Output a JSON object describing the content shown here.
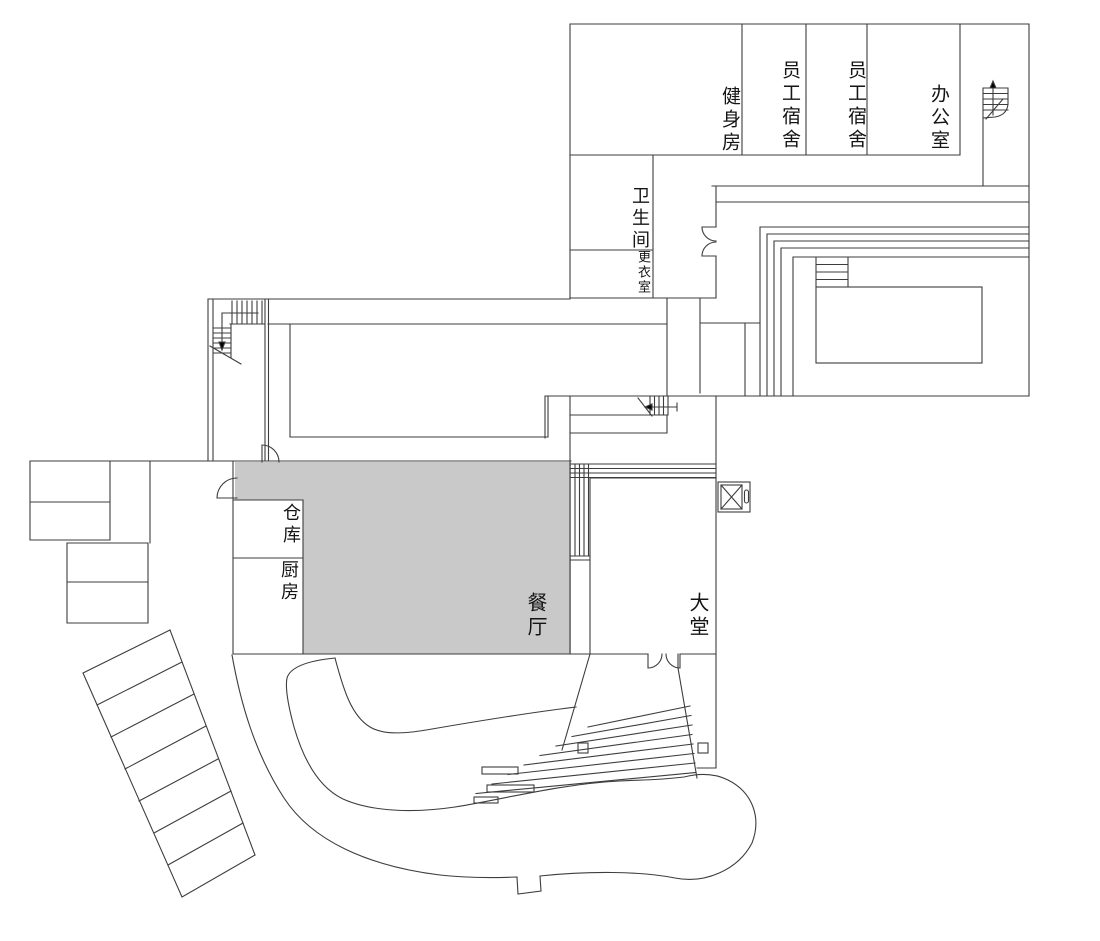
{
  "rooms": [
    {
      "id": "gym",
      "label": "健身房"
    },
    {
      "id": "staff-dorm-1",
      "label": "员工宿舍"
    },
    {
      "id": "staff-dorm-2",
      "label": "员工宿舍"
    },
    {
      "id": "office",
      "label": "办公室"
    },
    {
      "id": "restroom",
      "label": "卫生间"
    },
    {
      "id": "changing-room",
      "label": "更衣室"
    },
    {
      "id": "storage",
      "label": "仓库"
    },
    {
      "id": "kitchen",
      "label": "厨房"
    },
    {
      "id": "dining-hall",
      "label": "餐厅"
    },
    {
      "id": "lobby",
      "label": "大堂"
    }
  ],
  "colors": {
    "wall": "#3d3d3d",
    "dining_fill": "#c9c9c9",
    "background": "#ffffff"
  },
  "icons": [
    {
      "name": "elevator-icon"
    },
    {
      "name": "stair-icon-top-right"
    },
    {
      "name": "stair-icon-top-left"
    },
    {
      "name": "stair-icon-garden"
    },
    {
      "name": "pool"
    },
    {
      "name": "double-door-icon"
    },
    {
      "name": "door-arc-icon"
    },
    {
      "name": "entrance-steps"
    },
    {
      "name": "terrace-steps"
    },
    {
      "name": "driveway-outline"
    }
  ]
}
